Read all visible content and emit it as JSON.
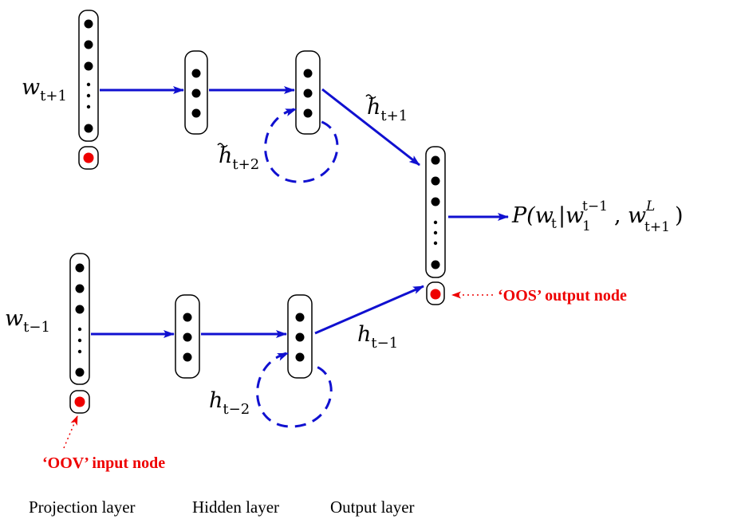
{
  "colors": {
    "arrow": "#1010d0",
    "special": "#ee0000",
    "node": "#000000"
  },
  "labels": {
    "w_future": {
      "base": "w",
      "sub": "t+1"
    },
    "w_past": {
      "base": "w",
      "sub": "t−1"
    },
    "h_future_tilde": {
      "base": "h",
      "sub": "t+1"
    },
    "h_future_tilde_recur": {
      "base": "h",
      "sub": "t+2"
    },
    "h_past": {
      "base": "h",
      "sub": "t−1"
    },
    "h_past_recur": {
      "base": "h",
      "sub": "t−2"
    },
    "output_prob": {
      "lead": "P(",
      "w": "w",
      "w_sub": "t",
      "bar": "|",
      "w1": "w",
      "w1_sub": "1",
      "w1_sup": "t−1",
      "comma": ", ",
      "w2": "w",
      "w2_sub": "t+1",
      "w2_sup": "L",
      "close": ")"
    },
    "oov_node": "‘OOV’ input node",
    "oos_node": "‘OOS’ output node"
  },
  "layer_names": [
    "Projection layer",
    "Hidden layer",
    "Output layer"
  ]
}
